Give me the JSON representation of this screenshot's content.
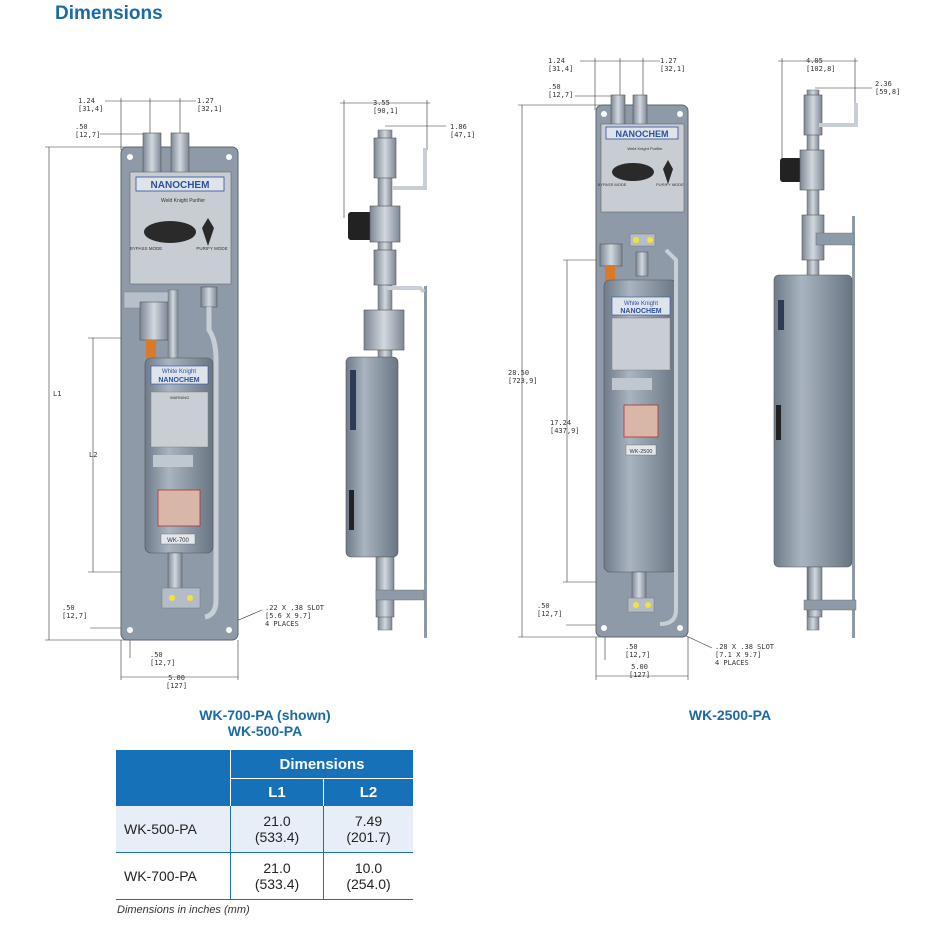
{
  "page": {
    "title": "Dimensions",
    "note": "Dimensions in inches (mm)"
  },
  "captions": {
    "left_line1": "WK-700-PA (shown)",
    "left_line2": "WK-500-PA",
    "right": "WK-2500-PA"
  },
  "panel_labels": {
    "brand": "NANOCHEM",
    "purifier": "Weld Knight Purifier",
    "bypass": "BYPASS MODE",
    "purify": "PURIFY MODE",
    "cyl_brand1": "White Knight",
    "cyl_brand2": "NANOCHEM",
    "warning": "WARNING",
    "model_700": "WK-700",
    "model_2500": "WK-2500"
  },
  "drawing_left": {
    "d_124": "1.24",
    "d_124_mm": "[31,4]",
    "d_127": "1.27",
    "d_127_mm": "[32,1]",
    "d_50_top": ".50",
    "d_50_top_mm": "[12,7]",
    "l1": "L1",
    "l2": "L2",
    "d_50_bot": ".50",
    "d_50_bot_mm": "[12,7]",
    "d_50_side": ".50",
    "d_50_side_mm": "[12,7]",
    "d_500": "5.00",
    "d_500_mm": "[127]",
    "slot1": ".22 X .38 SLOT",
    "slot2": "[5.6 X 9.7]",
    "slot3": "4 PLACES",
    "d_355": "3.55",
    "d_355_mm": "[90,1]",
    "d_186": "1.86",
    "d_186_mm": "[47,1]"
  },
  "drawing_right": {
    "d_124": "1.24",
    "d_124_mm": "[31,4]",
    "d_127": "1.27",
    "d_127_mm": "[32,1]",
    "d_50_top": ".50",
    "d_50_top_mm": "[12,7]",
    "d_2850": "28.50",
    "d_2850_mm": "[723,9]",
    "d_1724": "17.24",
    "d_1724_mm": "[437,9]",
    "d_50_bot": ".50",
    "d_50_bot_mm": "[12,7]",
    "d_50_side": ".50",
    "d_50_side_mm": "[12,7]",
    "d_500": "5.00",
    "d_500_mm": "[127]",
    "slot1": ".28 X .38 SLOT",
    "slot2": "[7.1 X 9.7]",
    "slot3": "4 PLACES",
    "d_405": "4.05",
    "d_405_mm": "[102,8]",
    "d_236": "2.36",
    "d_236_mm": "[59,8]"
  },
  "table": {
    "group_header": "Dimensions",
    "col_l1": "L1",
    "col_l2": "L2",
    "rows": [
      {
        "model": "WK-500-PA",
        "l1": "21.0",
        "l1_mm": "(533.4)",
        "l2": "7.49",
        "l2_mm": "(201.7)"
      },
      {
        "model": "WK-700-PA",
        "l1": "21.0",
        "l1_mm": "(533.4)",
        "l2": "10.0",
        "l2_mm": "(254.0)"
      }
    ]
  },
  "colors": {
    "title_blue": "#1a6aa6",
    "header_blue": "#1671b8",
    "panel_gray": "#8e9aa8",
    "row_tint": "#e8eef7"
  }
}
